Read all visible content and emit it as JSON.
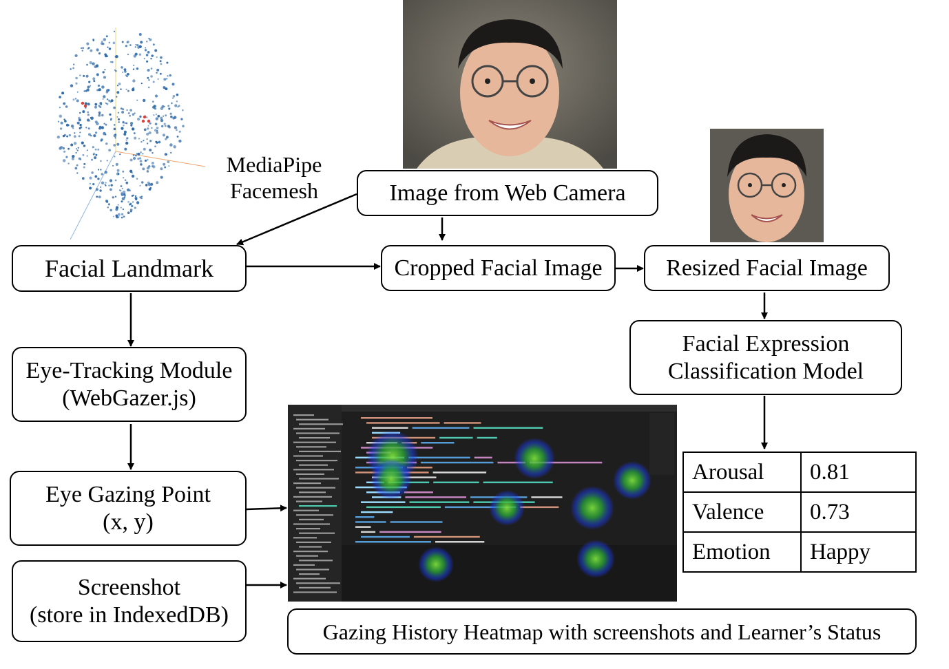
{
  "nodes": {
    "webcam": "Image from Web Camera",
    "landmark": "Facial Landmark",
    "cropped": "Cropped Facial Image",
    "resized": "Resized Facial Image",
    "fer_line1": "Facial Expression",
    "fer_line2": "Classification Model",
    "eye_line1": "Eye-Tracking Module",
    "eye_line2": "(WebGazer.js)",
    "gaze_line1": "Eye Gazing Point",
    "gaze_line2": "(x, y)",
    "shot_line1": "Screenshot",
    "shot_line2": "(store in IndexedDB)",
    "heatmap": "Gazing History Heatmap with screenshots and Learner’s Status"
  },
  "labels": {
    "facemesh_line1": "MediaPipe",
    "facemesh_line2": "Facemesh"
  },
  "status_table": [
    {
      "key": "Arousal",
      "value": "0.81"
    },
    {
      "key": "Valence",
      "value": "0.73"
    },
    {
      "key": "Emotion",
      "value": "Happy"
    }
  ],
  "colors": {
    "mesh_dot": "#2f6aa8",
    "mesh_highlight": "#d9403a",
    "editor_bg": "#1e1e1e",
    "heat_center": "#7ddc3a",
    "heat_edge": "#1a3cff"
  }
}
